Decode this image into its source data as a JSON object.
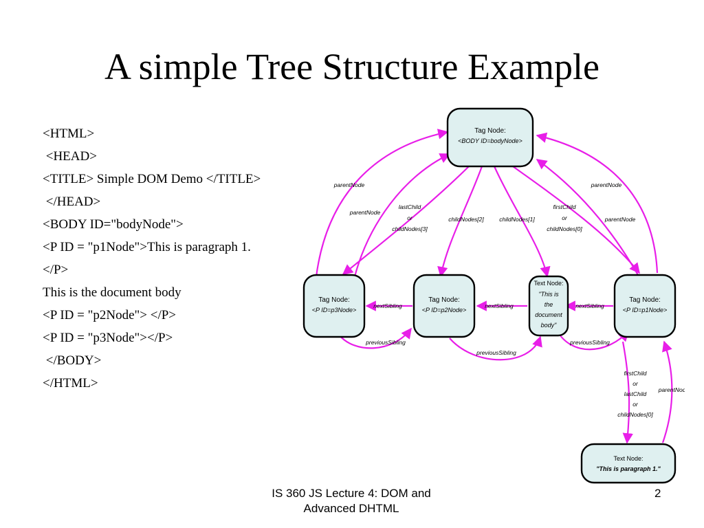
{
  "slide": {
    "title": "A simple Tree Structure Example",
    "code_lines": [
      "<HTML>",
      " <HEAD>",
      "<TITLE> Simple DOM Demo </TITLE>",
      " </HEAD>",
      "<BODY ID=\"bodyNode\">",
      "<P ID = \"p1Node\">This is paragraph 1.",
      "</P>",
      "This is the document body",
      "<P ID = \"p2Node\"> </P>",
      "<P ID = \"p3Node\"></P>",
      " </BODY>",
      "</HTML>"
    ],
    "footer": [
      "IS 360 JS Lecture 4: DOM and",
      "Advanced DHTML"
    ],
    "page_number": "2"
  },
  "diagram": {
    "nodes": {
      "body": [
        "Tag Node:",
        "<BODY ID=bodyNode>"
      ],
      "p3": [
        "Tag Node:",
        "<P ID=p3Node>"
      ],
      "p2": [
        "Tag Node:",
        "<P ID=p2Node>"
      ],
      "text_body": [
        "Text Node:",
        "\"This is",
        "the",
        "document",
        "body\""
      ],
      "p1": [
        "Tag Node:",
        "<P ID=p1Node>"
      ],
      "text_p1": [
        "Text Node:",
        "\"This is paragraph 1.\""
      ]
    },
    "edge_labels": {
      "parent_left_outer": "parentNode",
      "parent_left_inner": "parentNode",
      "last_child": [
        "lastChild",
        "or",
        "childNodes[3]"
      ],
      "child_nodes_2": "childNodes[2]",
      "child_nodes_1": "childNodes[1]",
      "first_child": [
        "firstChild",
        "or",
        "childNodes[0]"
      ],
      "parent_right_outer": "parentNode",
      "parent_right_inner": "parentNode",
      "next_sibling_1": "nextSibling",
      "next_sibling_2": "nextSibling",
      "next_sibling_3": "nextSibling",
      "previous_sibling_1": "previousSibling",
      "previous_sibling_2": "previousSibling",
      "previous_sibling_3": "previousSibling",
      "p1_child": [
        "firstChild",
        "or",
        "lastChild",
        "or",
        "childNodes[0]"
      ],
      "p1_parent": "parentNode"
    },
    "colors": {
      "arrow": "#e81ee8",
      "node_fill": "#dff0f0",
      "node_stroke": "#000000"
    }
  }
}
